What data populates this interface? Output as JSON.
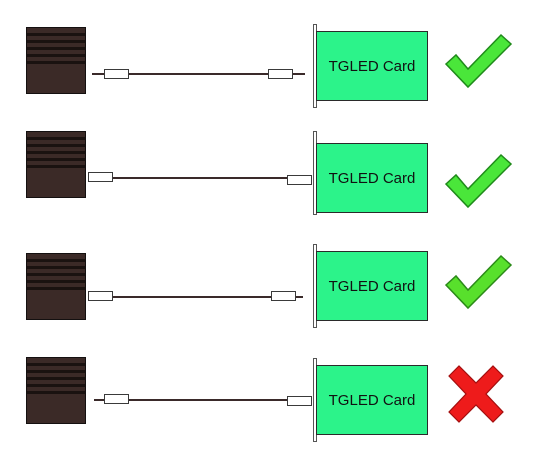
{
  "colors": {
    "card_fill": "#2cf38a",
    "device_fill": "#3b2a27",
    "ok": "#3fe22a",
    "fail": "#ee1b1b"
  },
  "rows": [
    {
      "card_label": "TGLED Card",
      "status": "ok",
      "status_icon": "checkmark-icon"
    },
    {
      "card_label": "TGLED Card",
      "status": "ok",
      "status_icon": "checkmark-icon"
    },
    {
      "card_label": "TGLED Card",
      "status": "ok",
      "status_icon": "checkmark-icon"
    },
    {
      "card_label": "TGLED Card",
      "status": "fail",
      "status_icon": "cross-icon"
    }
  ]
}
